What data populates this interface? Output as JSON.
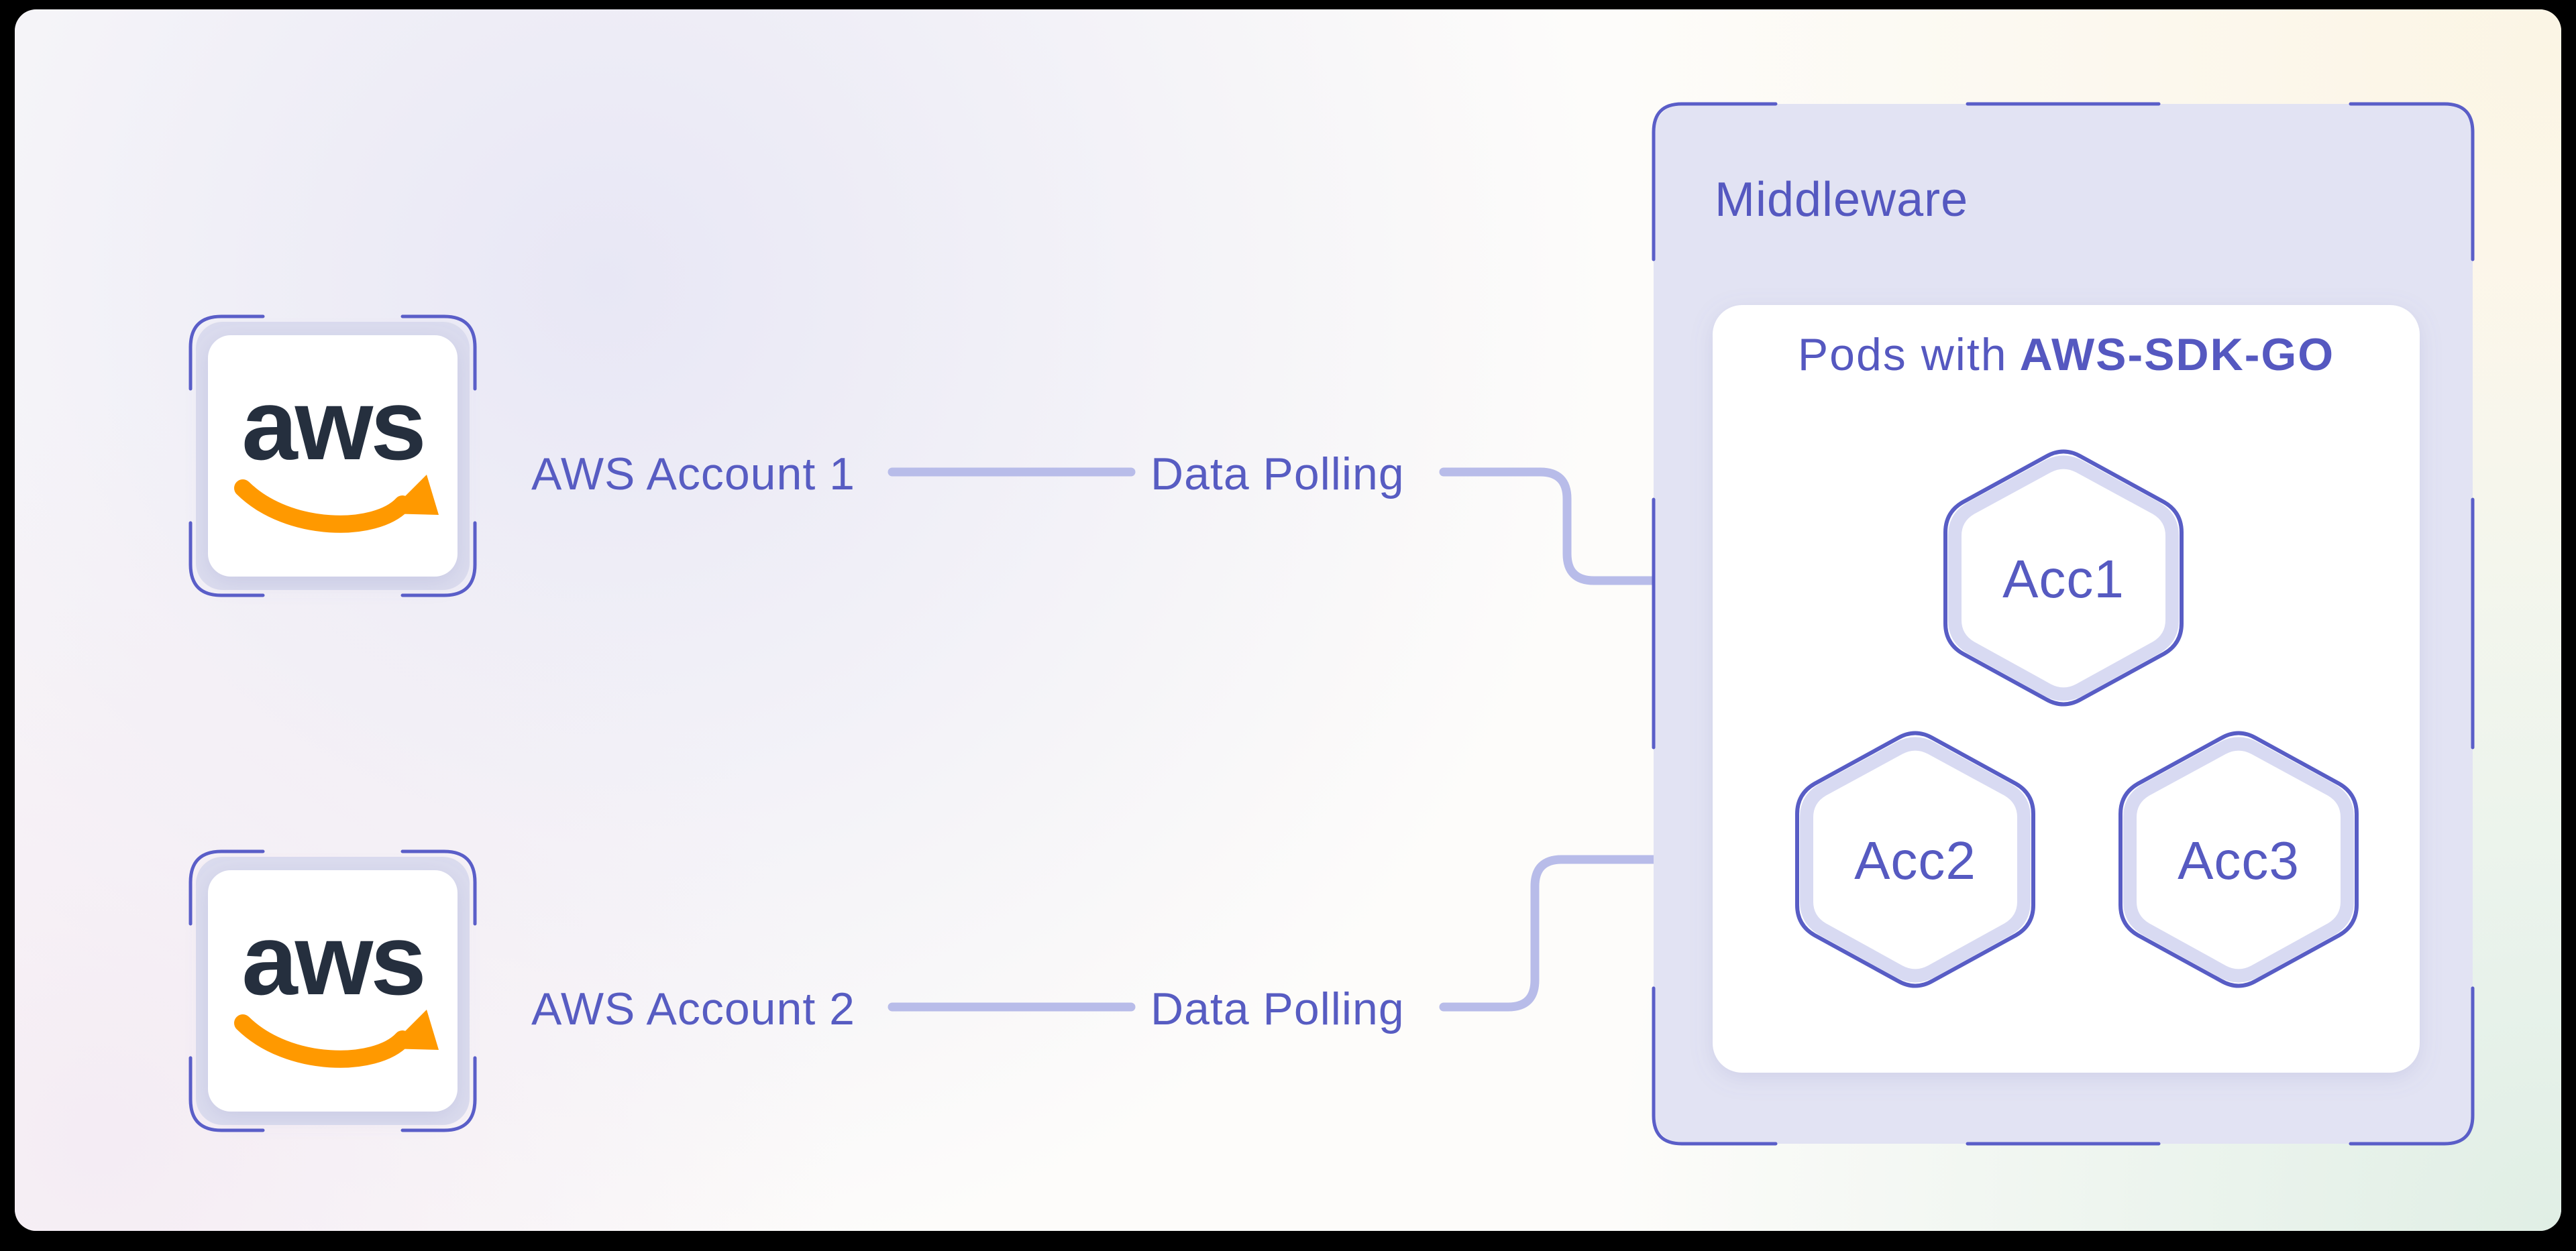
{
  "sources": [
    {
      "logo_text": "aws",
      "label": "AWS Account 1",
      "connector_label": "Data Polling"
    },
    {
      "logo_text": "aws",
      "label": "AWS Account 2",
      "connector_label": "Data Polling"
    }
  ],
  "middleware": {
    "title": "Middleware",
    "pods_title_regular": "Pods with",
    "pods_title_bold": "AWS-SDK-GO",
    "pods": [
      "Acc1",
      "Acc2",
      "Acc3"
    ]
  },
  "colors": {
    "frame_black": "#000000",
    "accent_indigo_border": "#5a5ec8",
    "text_indigo": "#575cc2",
    "connector_periwinkle": "#b8bce9",
    "arrowhead_periwinkle": "#aeb3e4",
    "middleware_fill": "#e2e3f3",
    "aws_box_fill": "#dbdcee",
    "hexagon_ring": "#d8daf2",
    "aws_logo_dark": "#252f3e",
    "aws_logo_orange": "#ff9900",
    "panel_lavender_tint": "#e8e7f5",
    "panel_pink_tint": "#f3eaf3",
    "panel_cream_tint": "#fbf4e2",
    "panel_green_tint": "#dfeee4"
  }
}
